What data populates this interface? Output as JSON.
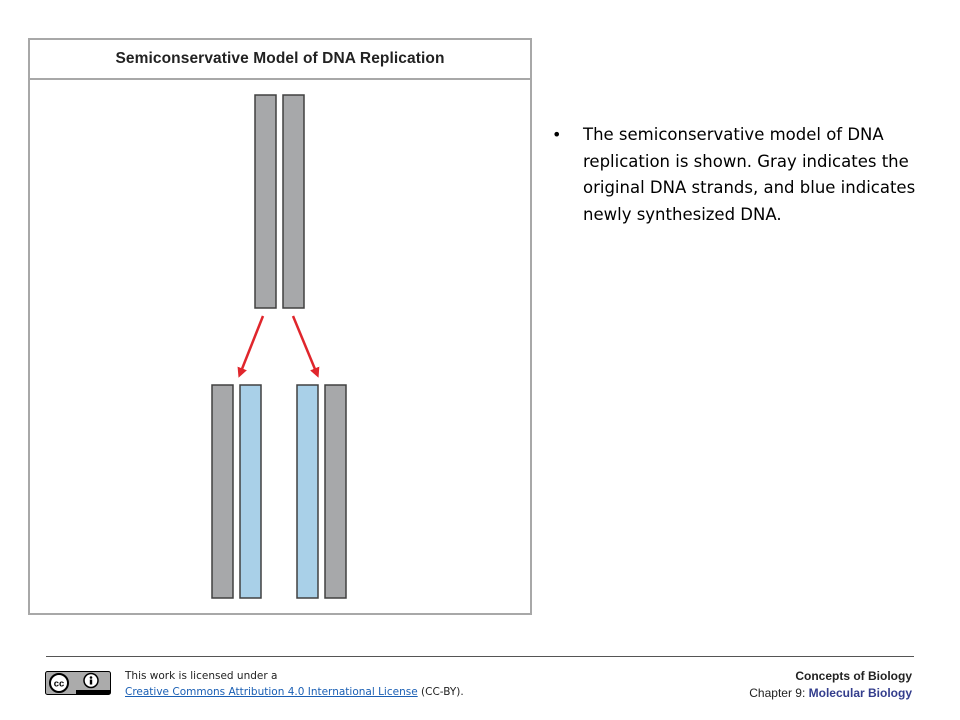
{
  "figure": {
    "title": "Semiconservative Model of DNA Replication",
    "colors": {
      "original_strand": "#a7a8aa",
      "new_strand": "#a9d0e8",
      "strand_outline": "#404040",
      "arrow": "#e0262c",
      "frame": "#a8a8a8"
    },
    "parent_molecule": {
      "strands": [
        "original",
        "original"
      ]
    },
    "daughter_molecules": [
      {
        "strands": [
          "original",
          "new"
        ]
      },
      {
        "strands": [
          "new",
          "original"
        ]
      }
    ]
  },
  "bullets": [
    "The semiconservative model of DNA replication is shown. Gray indicates the original DNA strands, and blue indicates newly synthesized DNA."
  ],
  "footer": {
    "cc_icon": "cc-by-icon",
    "license_prefix": "This work is licensed under a",
    "license_link": "Creative Commons Attribution 4.0 International License",
    "license_suffix": "(CC-BY).",
    "book_title": "Concepts of Biology",
    "chapter_prefix": "Chapter 9:",
    "chapter_name": "Molecular Biology"
  }
}
